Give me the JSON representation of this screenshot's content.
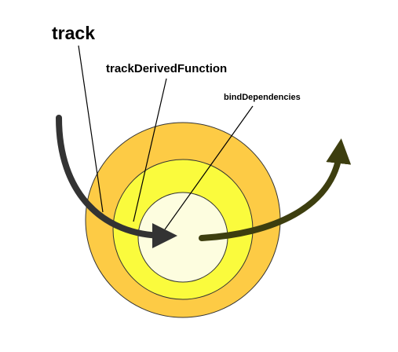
{
  "labels": {
    "outer": "track",
    "middle": "trackDerivedFunction",
    "inner": "bindDependencies"
  },
  "colors": {
    "outer_ring": "#FDCB45",
    "middle_ring": "#FAFB3D",
    "inner_core": "#FDFDDF",
    "ring_stroke": "#333333",
    "incoming_arrow": "#333333",
    "outgoing_arrow": "#3D3E0F",
    "pointer_line": "#000000"
  }
}
